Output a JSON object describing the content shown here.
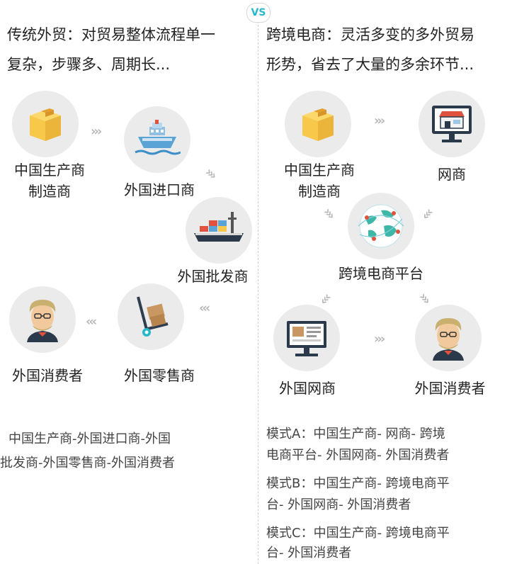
{
  "vs_label": "VS",
  "traditional": {
    "heading_line1": "传统外贸：对贸易整体流程单一",
    "heading_line2": "复杂，步骤多、周期长...",
    "nodes": {
      "producer_line1": "中国生产商",
      "producer_line2": "制造商",
      "importer": "外国进口商",
      "wholesaler": "外国批发商",
      "retailer": "外国零售商",
      "consumer": "外国消费者"
    },
    "chain_line1": "中国生产商-外国进口商-外国",
    "chain_line2": "批发商-外国零售商-外国消费者"
  },
  "crossborder": {
    "heading_line1": "跨境电商：灵活多变的多外贸易",
    "heading_line2": "形势，省去了大量的多余环节...",
    "nodes": {
      "producer_line1": "中国生产商",
      "producer_line2": "制造商",
      "online_merchant": "网商",
      "platform": "跨境电商平台",
      "foreign_online_merchant": "外国网商",
      "consumer": "外国消费者"
    },
    "mode_a_line1": "模式A：中国生产商- 网商- 跨境",
    "mode_a_line2": "电商平台- 外国网商- 外国消费者",
    "mode_b_line1": "模式B：中国生产商- 跨境电商平",
    "mode_b_line2": "台- 外国网商- 外国消费者",
    "mode_c_line1": "模式C：中国生产商- 跨境电商平",
    "mode_c_line2": "台- 外国消费者"
  },
  "colors": {
    "accent": "#26b8c9",
    "circle_bg": "#ebebeb",
    "arrow": "#b9b9b9",
    "box": "#f7c84a",
    "ship_blue": "#5aa3d6",
    "store_red": "#e0513e"
  },
  "icons": {
    "box": "box-icon",
    "ship": "ship-icon",
    "cargo": "cargo-ship-icon",
    "cart": "hand-truck-icon",
    "consumer": "consumer-avatar-icon",
    "store": "storefront-monitor-icon",
    "globe": "globe-network-icon",
    "computer": "computer-icon"
  }
}
